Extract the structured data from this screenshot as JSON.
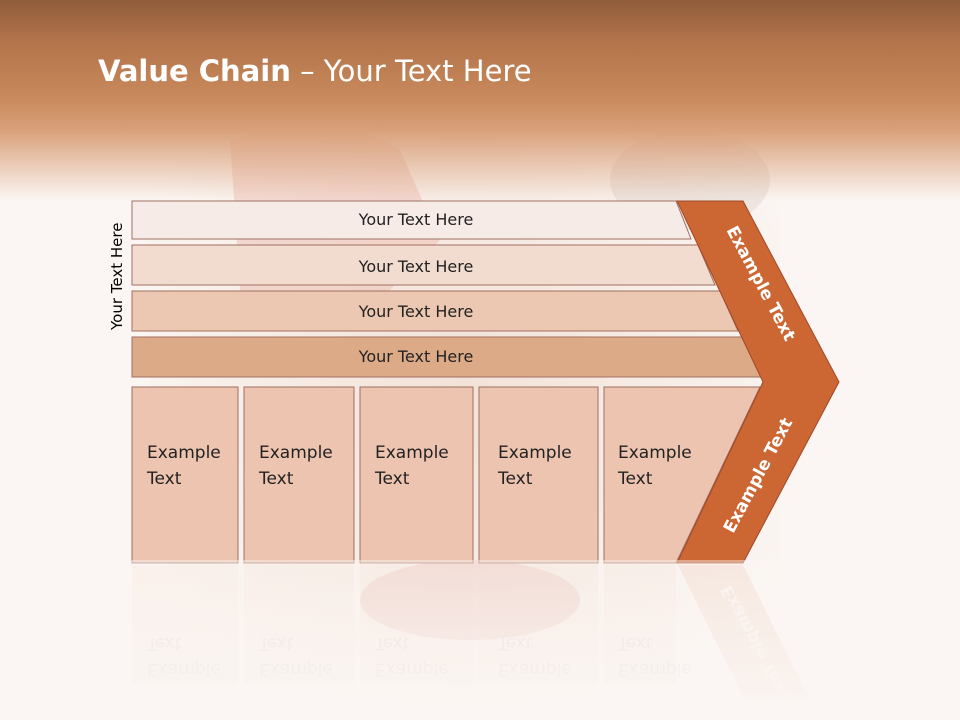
{
  "slide": {
    "title_bold": "Value Chain",
    "title_rest": " – Your Text Here",
    "side_label": "Your Text Here"
  },
  "bars": [
    {
      "label": "Your Text Here",
      "color": "#f6ebe6"
    },
    {
      "label": "Your Text Here",
      "color": "#f2dccf"
    },
    {
      "label": "Your Text Here",
      "color": "#ecc8b2"
    },
    {
      "label": "Your Text Here",
      "color": "#ddaa88"
    }
  ],
  "columns": [
    {
      "line1": "Example",
      "line2": "Text"
    },
    {
      "line1": "Example",
      "line2": "Text"
    },
    {
      "line1": "Example",
      "line2": "Text"
    },
    {
      "line1": "Example",
      "line2": "Text"
    },
    {
      "line1": "Example",
      "line2": "Text"
    }
  ],
  "chevron": {
    "upper_label": "Example Text",
    "lower_label": "Example Text",
    "color": "#cc6633",
    "box_color": "#ecc4b0"
  }
}
